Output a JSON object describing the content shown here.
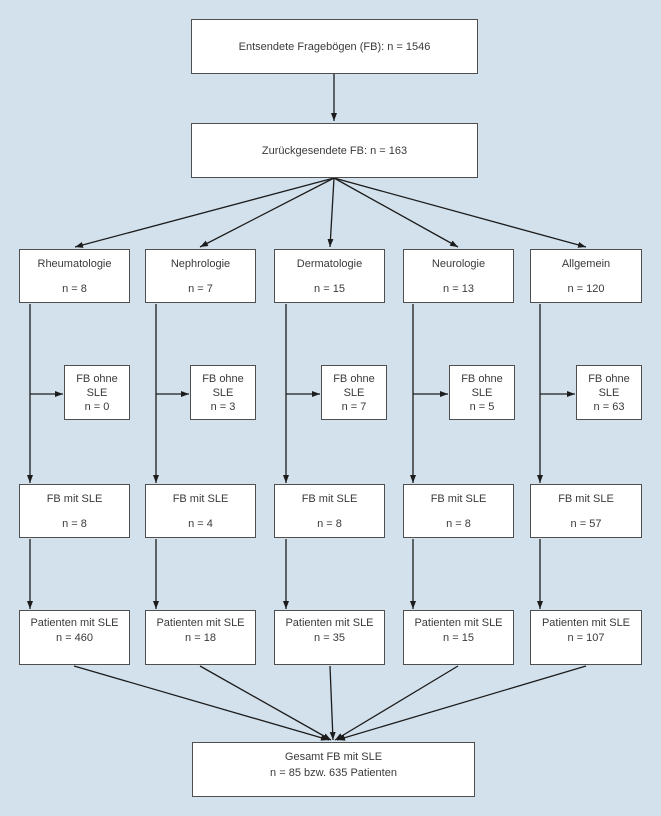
{
  "flow": {
    "sent_box": {
      "label": "Entsendete Fragebögen (FB): n = 1546"
    },
    "returned_box": {
      "label": "Zurückgesendete FB: n = 163"
    },
    "columns": [
      {
        "name": "Rheumatologie",
        "n": "n = 8",
        "ohne_line1": "FB ohne",
        "ohne_line2": "SLE",
        "ohne_n": "n = 0",
        "mit_label": "FB mit SLE",
        "mit_n": "n = 8",
        "pat_label": "Patienten mit SLE",
        "pat_n": "n = 460"
      },
      {
        "name": "Nephrologie",
        "n": "n = 7",
        "ohne_line1": "FB ohne",
        "ohne_line2": "SLE",
        "ohne_n": "n = 3",
        "mit_label": "FB mit SLE",
        "mit_n": "n = 4",
        "pat_label": "Patienten mit SLE",
        "pat_n": "n = 18"
      },
      {
        "name": "Dermatologie",
        "n": "n = 15",
        "ohne_line1": "FB ohne",
        "ohne_line2": "SLE",
        "ohne_n": "n = 7",
        "mit_label": "FB mit SLE",
        "mit_n": "n = 8",
        "pat_label": "Patienten mit SLE",
        "pat_n": "n = 35"
      },
      {
        "name": "Neurologie",
        "n": "n = 13",
        "ohne_line1": "FB ohne",
        "ohne_line2": "SLE",
        "ohne_n": "n = 5",
        "mit_label": "FB mit SLE",
        "mit_n": "n = 8",
        "pat_label": "Patienten mit SLE",
        "pat_n": "n = 15"
      },
      {
        "name": "Allgemein",
        "n": "n = 120",
        "ohne_line1": "FB ohne",
        "ohne_line2": "SLE",
        "ohne_n": "n = 63",
        "mit_label": "FB mit SLE",
        "mit_n": "n = 57",
        "pat_label": "Patienten mit SLE",
        "pat_n": "n = 107"
      }
    ],
    "total_box": {
      "line1": "Gesamt FB mit SLE",
      "line2": "n = 85 bzw. 635 Patienten"
    }
  },
  "colors": {
    "bg": "#d3e1ec",
    "boxfill": "#ffffff",
    "boxborder": "#4f4f4f",
    "line": "#1c1c1c",
    "text": "#3a3a3a"
  }
}
